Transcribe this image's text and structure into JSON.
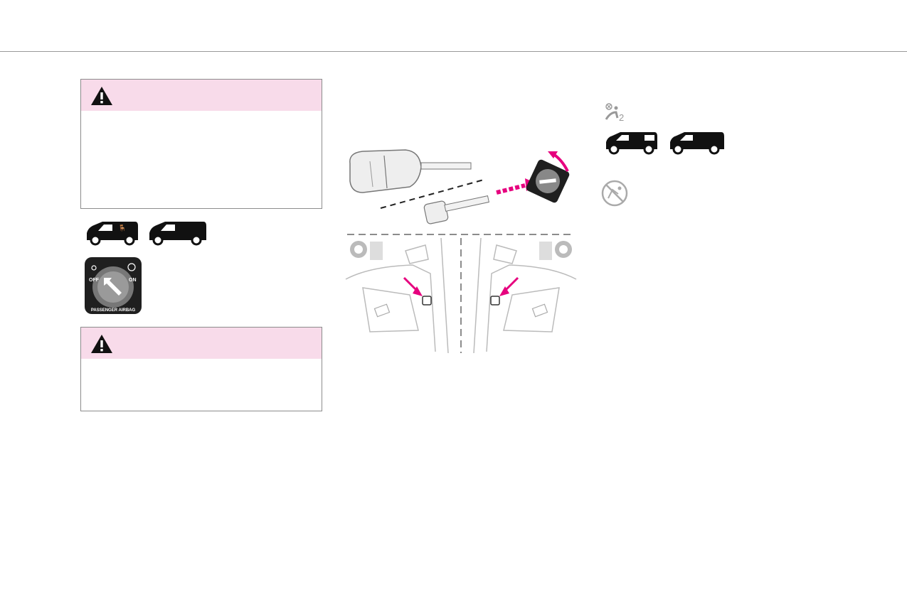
{
  "page": {
    "warning_box_1": {
      "icon": "warning-triangle-icon",
      "header_color": "#f8dbea"
    },
    "warning_box_2": {
      "icon": "warning-triangle-icon",
      "header_color": "#f8dbea"
    },
    "airbag_switch": {
      "off_label": "OFF",
      "on_label": "ON",
      "ring_label": "PASSENGER AIRBAG"
    },
    "right_column": {
      "airbag_off_indicator_icon": "passenger-airbag-off-indicator-icon",
      "subscript": "2",
      "no-child-seat-icon": "rear-facing-child-seat-prohibited-icon"
    },
    "colors": {
      "accent_magenta": "#e6007e",
      "rule": "#9a9a9a"
    }
  }
}
